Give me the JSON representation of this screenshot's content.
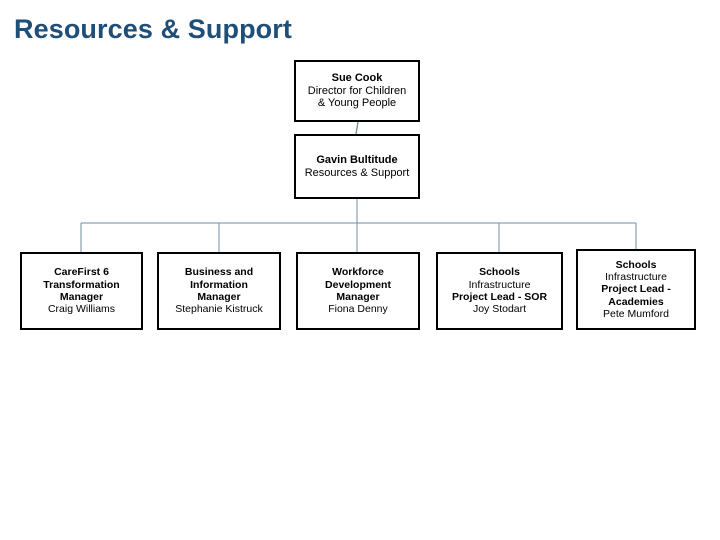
{
  "page": {
    "title": "Resources & Support",
    "title_color": "#1F4E79",
    "background_color": "#FFFFFF",
    "connector_color": "#6D8FA6",
    "box_border_color": "#000000",
    "text_color": "#000000"
  },
  "chart_data": {
    "type": "diagram",
    "subtype": "organization-chart",
    "title": "Resources & Support",
    "orientation": "top-down",
    "levels": 3,
    "nodes": [
      {
        "id": "director",
        "level": 1,
        "lines": [
          {
            "text": "Sue Cook",
            "bold": true
          },
          {
            "text": "Director for Children",
            "bold": false
          },
          {
            "text": "& Young People",
            "bold": false
          }
        ],
        "name": "Sue Cook",
        "role": "Director for Children & Young People",
        "parent": null
      },
      {
        "id": "resources",
        "level": 2,
        "lines": [
          {
            "text": "Gavin Bultitude",
            "bold": true
          },
          {
            "text": "Resources & Support",
            "bold": false
          }
        ],
        "name": "Gavin Bultitude",
        "role": "Resources & Support",
        "parent": "director"
      },
      {
        "id": "carefirst",
        "level": 3,
        "lines": [
          {
            "text": "CareFirst 6",
            "bold": true
          },
          {
            "text": "Transformation",
            "bold": true
          },
          {
            "text": "Manager",
            "bold": true
          },
          {
            "text": "Craig Williams",
            "bold": false
          }
        ],
        "name": "Craig Williams",
        "role": "CareFirst 6 Transformation Manager",
        "parent": "resources"
      },
      {
        "id": "business",
        "level": 3,
        "lines": [
          {
            "text": "Business and",
            "bold": true
          },
          {
            "text": "Information",
            "bold": true
          },
          {
            "text": "Manager",
            "bold": true
          },
          {
            "text": "Stephanie Kistruck",
            "bold": false
          }
        ],
        "name": "Stephanie Kistruck",
        "role": "Business and Information Manager",
        "parent": "resources"
      },
      {
        "id": "workforce",
        "level": 3,
        "lines": [
          {
            "text": "Workforce",
            "bold": true
          },
          {
            "text": "Development",
            "bold": true
          },
          {
            "text": "Manager",
            "bold": true
          },
          {
            "text": "Fiona Denny",
            "bold": false
          }
        ],
        "name": "Fiona Denny",
        "role": "Workforce Development Manager",
        "parent": "resources"
      },
      {
        "id": "sor",
        "level": 3,
        "lines": [
          {
            "text": "Schools",
            "bold": true
          },
          {
            "text": "Infrastructure",
            "bold": false
          },
          {
            "text": "Project Lead - SOR",
            "bold": true
          },
          {
            "text": "Joy Stodart",
            "bold": false
          }
        ],
        "name": "Joy Stodart",
        "role": "Schools Infrastructure Project Lead - SOR",
        "parent": "resources"
      },
      {
        "id": "academies",
        "level": 3,
        "lines": [
          {
            "text": "Schools",
            "bold": true
          },
          {
            "text": "Infrastructure",
            "bold": false
          },
          {
            "text": "Project Lead -",
            "bold": true
          },
          {
            "text": "Academies",
            "bold": true
          },
          {
            "text": "Pete Mumford",
            "bold": false
          }
        ],
        "name": "Pete Mumford",
        "role": "Schools Infrastructure Project Lead - Academies",
        "parent": "resources"
      }
    ],
    "edges": [
      {
        "from": "director",
        "to": "resources"
      },
      {
        "from": "resources",
        "to": "carefirst"
      },
      {
        "from": "resources",
        "to": "business"
      },
      {
        "from": "resources",
        "to": "workforce"
      },
      {
        "from": "resources",
        "to": "sor"
      },
      {
        "from": "resources",
        "to": "academies"
      }
    ]
  },
  "boxes": {
    "director": {
      "l0": "Sue Cook",
      "l1": "Director for Children",
      "l2": "& Young People"
    },
    "resources": {
      "l0": "Gavin Bultitude",
      "l1": "Resources & Support"
    },
    "carefirst": {
      "l0": "CareFirst 6",
      "l1": "Transformation",
      "l2": "Manager",
      "l3": "Craig Williams"
    },
    "business": {
      "l0": "Business and",
      "l1": "Information",
      "l2": "Manager",
      "l3": "Stephanie Kistruck"
    },
    "workforce": {
      "l0": "Workforce",
      "l1": "Development",
      "l2": "Manager",
      "l3": "Fiona Denny"
    },
    "sor": {
      "l0": "Schools",
      "l1": "Infrastructure",
      "l2": "Project Lead - SOR",
      "l3": "Joy Stodart"
    },
    "academies": {
      "l0": "Schools",
      "l1": "Infrastructure",
      "l2": "Project Lead -",
      "l3": "Academies",
      "l4": "Pete Mumford"
    }
  }
}
